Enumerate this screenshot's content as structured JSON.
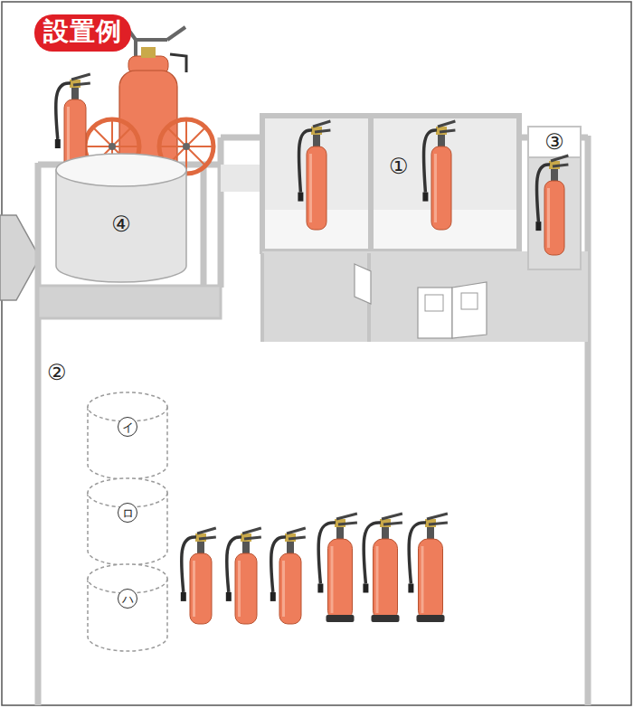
{
  "diagram": {
    "title": "設置例",
    "nodes": [
      {
        "text": [
          "④"
        ]
      },
      {
        "text": [
          "イ"
        ]
      },
      {
        "text": [
          "ロ"
        ]
      },
      {
        "text": [
          "ハ"
        ]
      }
    ],
    "labels": [
      "①",
      "②",
      "③"
    ]
  }
}
